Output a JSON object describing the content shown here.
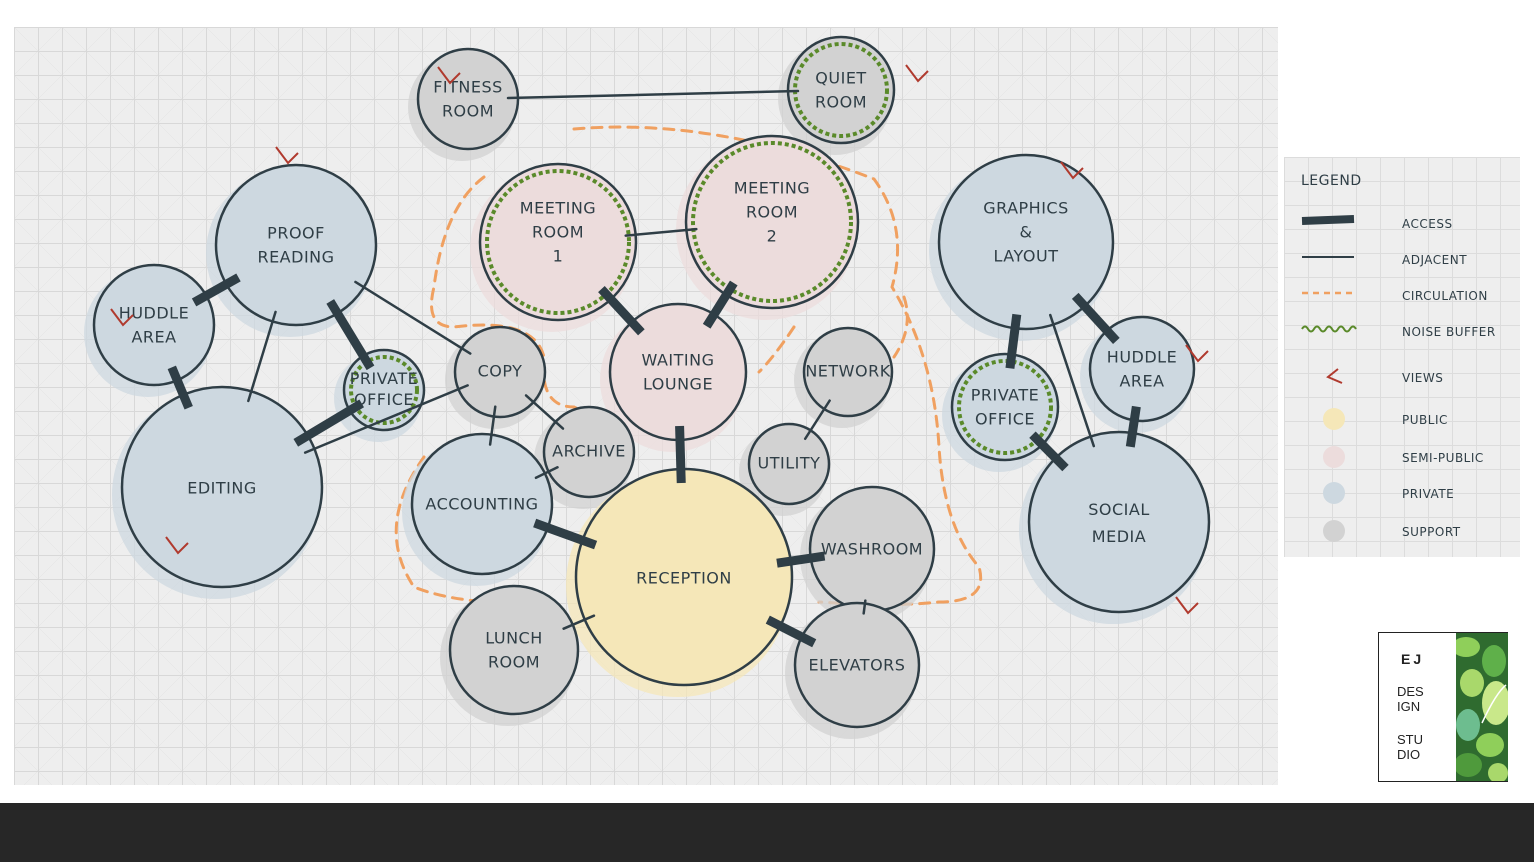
{
  "diagram": {
    "rooms": [
      {
        "id": "fitness",
        "lines": [
          "FITNESS",
          "ROOM"
        ],
        "zone": "support"
      },
      {
        "id": "quiet",
        "lines": [
          "QUIET",
          "ROOM"
        ],
        "zone": "support",
        "buffer": true
      },
      {
        "id": "meeting1",
        "lines": [
          "MEETING",
          "ROOM",
          "1"
        ],
        "zone": "semi-public",
        "buffer": true
      },
      {
        "id": "meeting2",
        "lines": [
          "MEETING",
          "ROOM",
          "2"
        ],
        "zone": "semi-public",
        "buffer": true
      },
      {
        "id": "proof",
        "lines": [
          "PROOF",
          "READING"
        ],
        "zone": "private"
      },
      {
        "id": "huddle-left",
        "lines": [
          "HUDDLE",
          "AREA"
        ],
        "zone": "private"
      },
      {
        "id": "editing",
        "lines": [
          "EDITING"
        ],
        "zone": "private"
      },
      {
        "id": "private-left",
        "lines": [
          "PRIVATE",
          "OFFICE"
        ],
        "zone": "private",
        "buffer": true
      },
      {
        "id": "copy",
        "lines": [
          "COPY"
        ],
        "zone": "support"
      },
      {
        "id": "archive",
        "lines": [
          "ARCHIVE"
        ],
        "zone": "support"
      },
      {
        "id": "accounting",
        "lines": [
          "ACCOUNTING"
        ],
        "zone": "private"
      },
      {
        "id": "waiting",
        "lines": [
          "WAITING",
          "LOUNGE"
        ],
        "zone": "semi-public"
      },
      {
        "id": "reception",
        "lines": [
          "RECEPTION"
        ],
        "zone": "public"
      },
      {
        "id": "network",
        "lines": [
          "NETWORK"
        ],
        "zone": "support"
      },
      {
        "id": "utility",
        "lines": [
          "UTILITY"
        ],
        "zone": "support"
      },
      {
        "id": "washroom",
        "lines": [
          "WASHROOM"
        ],
        "zone": "support"
      },
      {
        "id": "elevators",
        "lines": [
          "ELEVATORS"
        ],
        "zone": "support"
      },
      {
        "id": "lunch",
        "lines": [
          "LUNCH",
          "ROOM"
        ],
        "zone": "support"
      },
      {
        "id": "graphics",
        "lines": [
          "GRAPHICS",
          "&",
          "LAYOUT"
        ],
        "zone": "private"
      },
      {
        "id": "private-right",
        "lines": [
          "PRIVATE",
          "OFFICE"
        ],
        "zone": "private",
        "buffer": true
      },
      {
        "id": "huddle-right",
        "lines": [
          "HUDDLE",
          "AREA"
        ],
        "zone": "private"
      },
      {
        "id": "social",
        "lines": [
          "SOCIAL",
          "MEDIA"
        ],
        "zone": "private"
      }
    ],
    "access": [
      [
        "proof",
        "huddle-left"
      ],
      [
        "huddle-left",
        "editing"
      ],
      [
        "proof",
        "private-left"
      ],
      [
        "editing",
        "private-left"
      ],
      [
        "accounting",
        "reception"
      ],
      [
        "waiting",
        "reception"
      ],
      [
        "meeting1",
        "waiting"
      ],
      [
        "meeting2",
        "waiting"
      ],
      [
        "reception",
        "washroom"
      ],
      [
        "reception",
        "elevators"
      ],
      [
        "graphics",
        "private-right"
      ],
      [
        "graphics",
        "huddle-right"
      ],
      [
        "huddle-right",
        "social"
      ],
      [
        "private-right",
        "social"
      ]
    ],
    "adjacent": [
      [
        "fitness",
        "quiet"
      ],
      [
        "meeting1",
        "meeting2"
      ],
      [
        "proof",
        "editing"
      ],
      [
        "proof",
        "copy"
      ],
      [
        "editing",
        "copy"
      ],
      [
        "copy",
        "accounting"
      ],
      [
        "copy",
        "archive"
      ],
      [
        "archive",
        "accounting"
      ],
      [
        "network",
        "utility"
      ],
      [
        "washroom",
        "elevators"
      ],
      [
        "lunch",
        "reception"
      ],
      [
        "graphics",
        "social"
      ]
    ],
    "colors": {
      "public": "#f5e7b8",
      "semi-public": "#ecdcdc",
      "private": "#cdd8e0",
      "support": "#d2d2d2",
      "outline": "#2f3e46",
      "buffer": "#5a8a2a",
      "circulation": "#f0a060",
      "views": "#b03a2e"
    }
  },
  "legend": {
    "title": "LEGEND",
    "items": [
      {
        "label": "ACCESS",
        "kind": "access"
      },
      {
        "label": "ADJACENT",
        "kind": "adjacent"
      },
      {
        "label": "CIRCULATION",
        "kind": "circulation"
      },
      {
        "label": "NOISE BUFFER",
        "kind": "buffer"
      },
      {
        "label": "VIEWS",
        "kind": "views"
      },
      {
        "label": "PUBLIC",
        "kind": "public"
      },
      {
        "label": "SEMI-PUBLIC",
        "kind": "semi-public"
      },
      {
        "label": "PRIVATE",
        "kind": "private"
      },
      {
        "label": "SUPPORT",
        "kind": "support"
      }
    ]
  },
  "logo": {
    "initials": "EJ",
    "line1": "DES",
    "line2": "IGN",
    "line3": "STU",
    "line4": "DIO"
  }
}
